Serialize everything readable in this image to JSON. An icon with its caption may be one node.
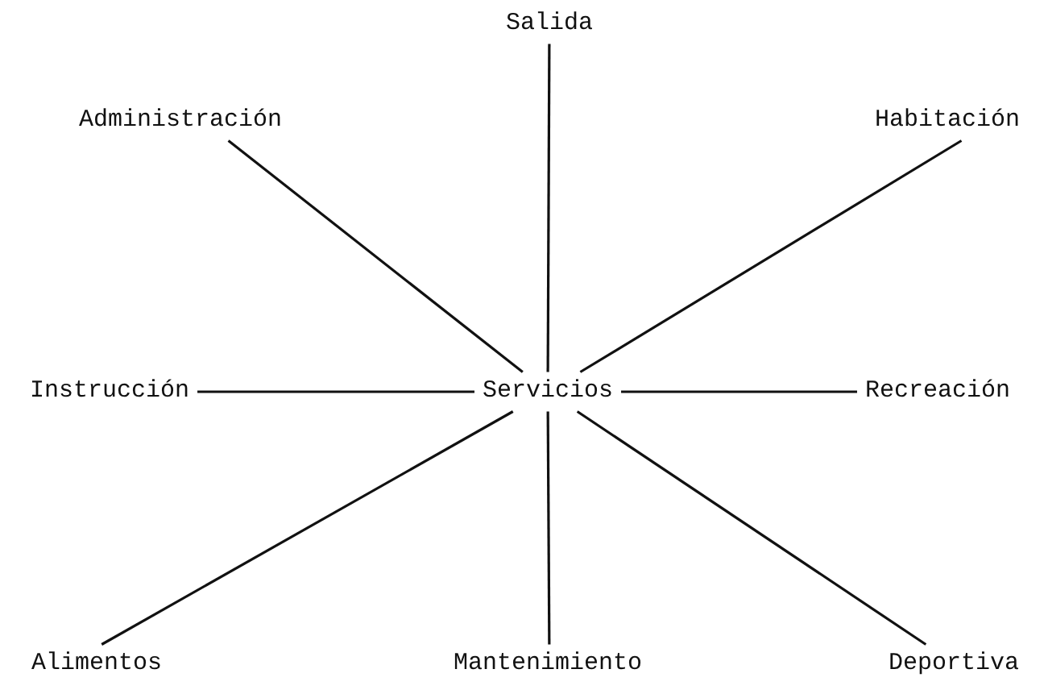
{
  "diagram": {
    "nodes": [
      {
        "text": [
          "Salida"
        ]
      },
      {
        "text": [
          "Administración"
        ]
      },
      {
        "text": [
          "Habitación"
        ]
      },
      {
        "text": [
          "Instrucción"
        ]
      },
      {
        "text": [
          "Servicios"
        ]
      },
      {
        "text": [
          "Recreación"
        ]
      },
      {
        "text": [
          "Alimentos"
        ]
      },
      {
        "text": [
          "Mantenimiento"
        ]
      },
      {
        "text": [
          "Deportiva"
        ]
      }
    ],
    "edges": [
      {
        "from": 0,
        "to": 4,
        "arrow": "none"
      },
      {
        "from": 1,
        "to": 4,
        "arrow": "none"
      },
      {
        "from": 2,
        "to": 4,
        "arrow": "none"
      },
      {
        "from": 3,
        "to": 4,
        "arrow": "none"
      },
      {
        "from": 5,
        "to": 4,
        "arrow": "none"
      },
      {
        "from": 6,
        "to": 4,
        "arrow": "none"
      },
      {
        "from": 7,
        "to": 4,
        "arrow": "none"
      },
      {
        "from": 8,
        "to": 4,
        "arrow": "none"
      }
    ]
  }
}
